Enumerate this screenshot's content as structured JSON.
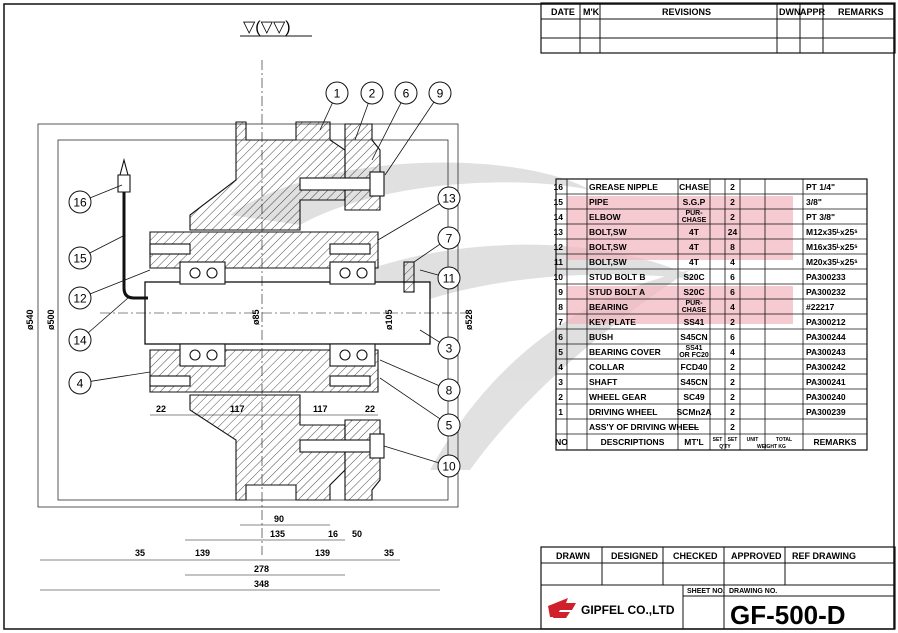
{
  "surface_symbol": "▽(▽▽)",
  "revisions": {
    "headers": [
      "DATE",
      "M'K",
      "REVISIONS",
      "DWN",
      "APPR",
      "REMARKS"
    ]
  },
  "parts": {
    "rows": [
      {
        "no": "16",
        "desc": "GREASE NIPPLE",
        "mtl": "CHASE",
        "qty": "2",
        "remarks": "PT 1/4\""
      },
      {
        "no": "15",
        "desc": "PIPE",
        "mtl": "S.G.P",
        "qty": "2",
        "remarks": "3/8\""
      },
      {
        "no": "14",
        "desc": "ELBOW",
        "mtl": "PUR-\nCHASE",
        "qty": "2",
        "remarks": "PT 3/8\""
      },
      {
        "no": "13",
        "desc": "BOLT,SW",
        "mtl": "4T",
        "qty": "24",
        "remarks": "M12x35ᴸx25ˢ"
      },
      {
        "no": "12",
        "desc": "BOLT,SW",
        "mtl": "4T",
        "qty": "8",
        "remarks": "M16x35ᴸx25ˢ"
      },
      {
        "no": "11",
        "desc": "BOLT,SW",
        "mtl": "4T",
        "qty": "4",
        "remarks": "M20x35ᴸx25ˢ"
      },
      {
        "no": "10",
        "desc": "STUD BOLT B",
        "mtl": "S20C",
        "qty": "6",
        "remarks": "PA300233"
      },
      {
        "no": "9",
        "desc": "STUD BOLT A",
        "mtl": "S20C",
        "qty": "6",
        "remarks": "PA300232"
      },
      {
        "no": "8",
        "desc": "BEARING",
        "mtl": "PUR-\nCHASE",
        "qty": "4",
        "remarks": "#22217"
      },
      {
        "no": "7",
        "desc": "KEY PLATE",
        "mtl": "SS41",
        "qty": "2",
        "remarks": "PA300212"
      },
      {
        "no": "6",
        "desc": "BUSH",
        "mtl": "S45CN",
        "qty": "6",
        "remarks": "PA300244"
      },
      {
        "no": "5",
        "desc": "BEARING COVER",
        "mtl": "SS41\nOR FC20",
        "qty": "4",
        "remarks": "PA300243"
      },
      {
        "no": "4",
        "desc": "COLLAR",
        "mtl": "FCD40",
        "qty": "2",
        "remarks": "PA300242"
      },
      {
        "no": "3",
        "desc": "SHAFT",
        "mtl": "S45CN",
        "qty": "2",
        "remarks": "PA300241"
      },
      {
        "no": "2",
        "desc": "WHEEL GEAR",
        "mtl": "SC49",
        "qty": "2",
        "remarks": "PA300240"
      },
      {
        "no": "1",
        "desc": "DRIVING WHEEL",
        "mtl": "SCMn2A",
        "qty": "2",
        "remarks": "PA300239"
      },
      {
        "no": "",
        "desc": "ASS'Y OF DRIVING WHEEL",
        "mtl": "—",
        "qty": "2",
        "remarks": ""
      }
    ],
    "footer": {
      "no": "NO",
      "desc": "DESCRIPTIONS",
      "mtl": "MT'L",
      "set1": "SET",
      "set2": "SET",
      "unit": "UNIT",
      "total": "TOTAL",
      "qty": "Q'TY",
      "weight": "WEIGHT KG",
      "remarks": "REMARKS"
    }
  },
  "title_block": {
    "headers": [
      "DRAWN",
      "DESIGNED",
      "CHECKED",
      "APPROVED",
      "REF DRAWING"
    ],
    "sheet_no_label": "SHEET NO.",
    "drawing_no_label": "DRAWING NO.",
    "company": "GIPFEL CO.,LTD",
    "drawing_number": "GF-500-D"
  },
  "dimensions": {
    "bottom1": [
      "22",
      "117",
      "117",
      "22"
    ],
    "d90": "90",
    "d135": "135",
    "d16": "16",
    "d50": "50",
    "d35a": "35",
    "d139a": "139",
    "d139b": "139",
    "d35b": "35",
    "d278": "278",
    "d348": "348",
    "d540": "ø540",
    "d500": "ø500",
    "d528": "ø528",
    "d85": "ø85",
    "d105": "ø105"
  },
  "balloons": [
    "1",
    "2",
    "6",
    "9",
    "16",
    "13",
    "15",
    "7",
    "11",
    "12",
    "14",
    "3",
    "4",
    "8",
    "5",
    "10"
  ],
  "colors": {
    "watermark": "#c8c8c8",
    "highlight": "#f2b8c0",
    "line": "#111111"
  }
}
